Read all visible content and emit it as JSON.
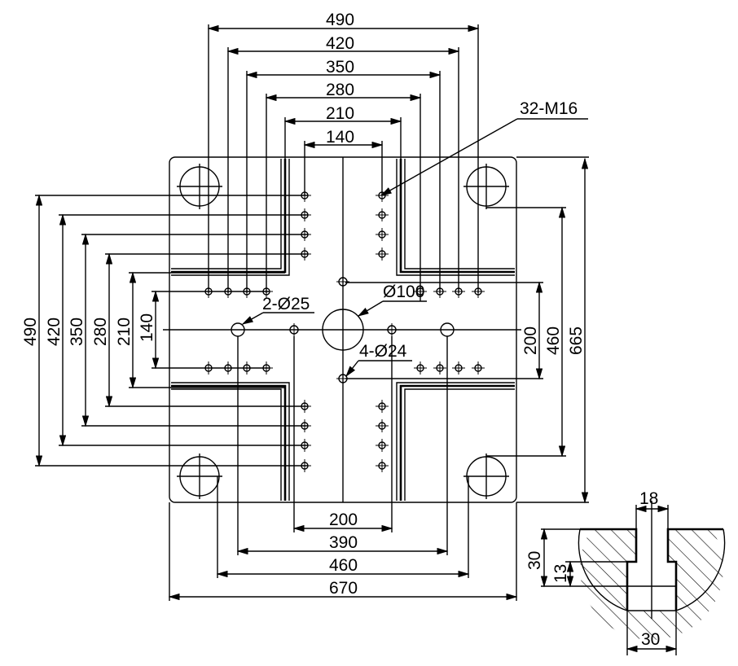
{
  "labels": {
    "top_dims": [
      "490",
      "420",
      "350",
      "280",
      "210",
      "140"
    ],
    "left_dims": [
      "490",
      "420",
      "350",
      "280",
      "210",
      "140"
    ],
    "callout_tapped": "32-M16",
    "center_hole": "Ø100",
    "locating_holes": "2-Ø25",
    "small_holes": "4-Ø24",
    "right_dims": [
      "200",
      "460",
      "665"
    ],
    "bottom_dims": [
      "200",
      "390",
      "460",
      "670"
    ],
    "slot_top": "18",
    "slot_depth_total": "30",
    "slot_depth_head": "13",
    "slot_bottom": "30"
  }
}
